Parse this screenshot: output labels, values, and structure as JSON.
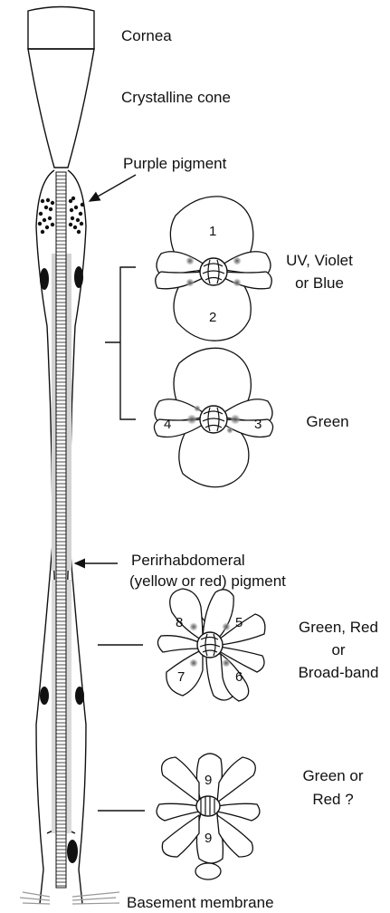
{
  "labels": {
    "cornea": "Cornea",
    "crystalline_cone": "Crystalline cone",
    "purple_pigment": "Purple pigment",
    "perirhabdomeral_line1": "Perirhabdomeral",
    "perirhabdomeral_line2": "(yellow or red) pigment",
    "basement_membrane": "Basement membrane"
  },
  "sections": [
    {
      "cells": [
        "1",
        "2"
      ],
      "sensitivity": [
        "UV, Violet",
        "or Blue"
      ]
    },
    {
      "cells": [
        "4",
        "3"
      ],
      "sensitivity": [
        "Green"
      ]
    },
    {
      "cells": [
        "8",
        "5",
        "7",
        "6"
      ],
      "sensitivity": [
        "Green, Red",
        "or",
        "Broad-band"
      ]
    },
    {
      "cells": [
        "9",
        "9"
      ],
      "sensitivity": [
        "Green or",
        "Red ?"
      ]
    }
  ],
  "colors": {
    "ink": "#111111",
    "pigment_gray": "#888888",
    "background": "#ffffff"
  }
}
